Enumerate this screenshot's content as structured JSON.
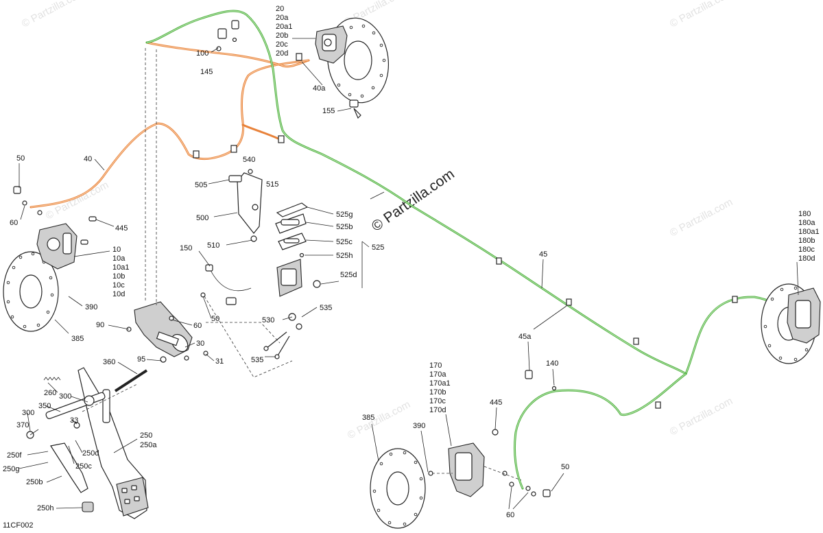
{
  "diagram_code": "11CF002",
  "watermarks": {
    "main": "© Partzilla.com",
    "faint": "© Partzilla.com"
  },
  "callouts": {
    "c20": "20",
    "c20a": "20a",
    "c20a1": "20a1",
    "c20b": "20b",
    "c20c": "20c",
    "c20d": "20d",
    "c100": "100",
    "c145": "145",
    "c40a": "40a",
    "c155": "155",
    "c40": "40",
    "c50_tl": "50",
    "c60_tl": "60",
    "c445_l": "445",
    "c10": "10",
    "c10a": "10a",
    "c10a1": "10a1",
    "c10b": "10b",
    "c10c": "10c",
    "c10d": "10d",
    "c390_l": "390",
    "c385_l": "385",
    "c540": "540",
    "c505": "505",
    "c515": "515",
    "c500": "500",
    "c510": "510",
    "c525g": "525g",
    "c525b": "525b",
    "c525c": "525c",
    "c525h": "525h",
    "c525": "525",
    "c525d": "525d",
    "c150": "150",
    "c60_m": "60",
    "c50_m": "50",
    "c90": "90",
    "c30": "30",
    "c95": "95",
    "c31": "31",
    "c530": "530",
    "c535_a": "535",
    "c535_b": "535",
    "c360": "360",
    "c260": "260",
    "c300_a": "300",
    "c350": "350",
    "c300_b": "300",
    "c33": "33",
    "c370": "370",
    "c250": "250",
    "c250a": "250a",
    "c250f": "250f",
    "c250d": "250d",
    "c250g": "250g",
    "c250c": "250c",
    "c250b": "250b",
    "c250h": "250h",
    "c45": "45",
    "c45a": "45a",
    "c140": "140",
    "c180": "180",
    "c180a": "180a",
    "c180a1": "180a1",
    "c180b": "180b",
    "c180c": "180c",
    "c180d": "180d",
    "c170": "170",
    "c170a": "170a",
    "c170a1": "170a1",
    "c170b": "170b",
    "c170c": "170c",
    "c170d": "170d",
    "c445_b": "445",
    "c385_b": "385",
    "c390_b": "390",
    "c50_br": "50",
    "c60_br": "60"
  },
  "colors": {
    "front_brake_line": "#e8823a",
    "rear_brake_line": "#4caf3c",
    "line_art": "#222222"
  }
}
